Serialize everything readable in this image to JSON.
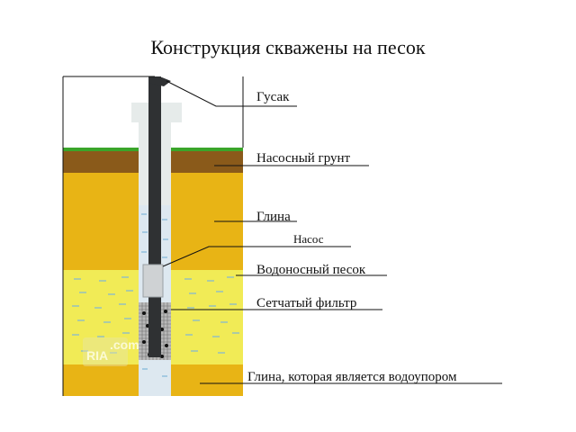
{
  "title": "Конструкция скважены на песок",
  "labels": {
    "gusak": "Гусак",
    "topsoil": "Насосный грунт",
    "clay": "Глина",
    "pump": "Насос",
    "aquifer": "Водоносный песок",
    "filter": "Сетчатый фильтр",
    "aquitard": "Глина, которая является водоупором"
  },
  "watermark": {
    "text": "RIA",
    "domain": ".com"
  },
  "colors": {
    "grass": "#3aa52a",
    "topsoil": "#8a5a1a",
    "clay": "#e8b415",
    "sand": "#f1eb56",
    "casing": "#e6ebea",
    "water": "#dde8f0",
    "pipe": "#2f3133",
    "pump": "#cfd2d4"
  }
}
